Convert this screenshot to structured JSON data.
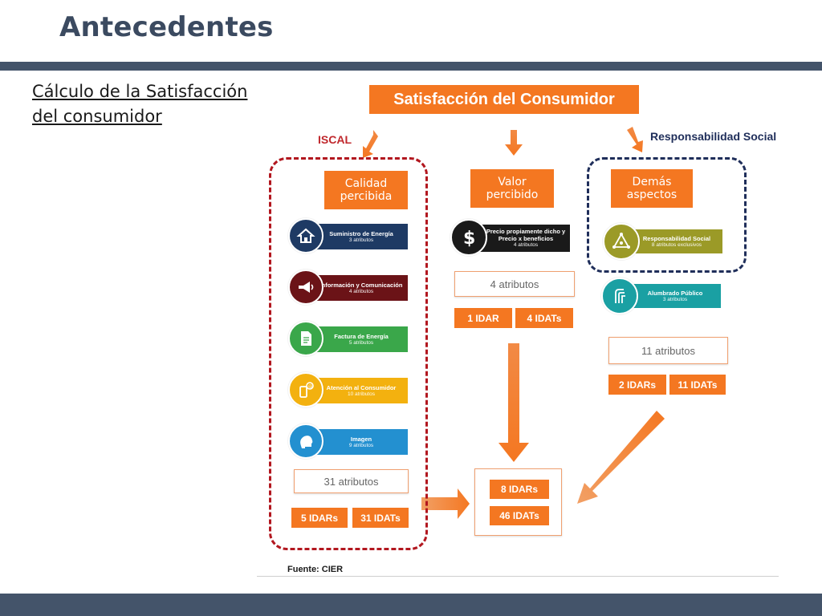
{
  "slide": {
    "title": "Antecedentes",
    "subtitle": "Cálculo de la Satisfacción del consumidor"
  },
  "diagram": {
    "main_title": "Satisfacción del Consumidor",
    "iscal_label": "ISCAL",
    "responsabilidad_label": "Responsabilidad Social",
    "calidad": {
      "title": "Calidad percibida",
      "items": [
        {
          "name": "Suministro de Energía",
          "sub": "3 atributos",
          "color": "#1e3a64",
          "icon": "house-plug-icon"
        },
        {
          "name": "Información y Comunicación",
          "sub": "4 atributos",
          "color": "#6b1317",
          "icon": "megaphone-icon"
        },
        {
          "name": "Factura de Energía",
          "sub": "5 atributos",
          "color": "#3aa74a",
          "icon": "document-icon"
        },
        {
          "name": "Atención al Consumidor",
          "sub": "10 atributos",
          "color": "#f3b10f",
          "icon": "phone-icon"
        },
        {
          "name": "Imagen",
          "sub": "9 atributos",
          "color": "#2390d0",
          "icon": "head-icon"
        }
      ],
      "total": "31 atributos",
      "idars": "5 IDARs",
      "idats": "31 IDATs"
    },
    "valor": {
      "title": "Valor percibido",
      "item": {
        "name": "Precio propiamente dicho y Precio x beneficios",
        "sub": "4 atributos",
        "color": "#1a1a1a",
        "icon": "dollar-icon"
      },
      "total": "4 atributos",
      "idar": "1 IDAR",
      "idats": "4 IDATs"
    },
    "demas": {
      "title": "Demás aspectos",
      "items": [
        {
          "name": "Responsabilidad Social",
          "sub": "8 atributos exclusivos",
          "color": "#9b9a27",
          "icon": "triangle-network-icon"
        },
        {
          "name": "Alumbrado Público",
          "sub": "3 atributos",
          "color": "#1aa0a3",
          "icon": "streetlight-icon"
        }
      ],
      "total": "11 atributos",
      "idars": "2 IDARs",
      "idats": "11 IDATs"
    },
    "result": {
      "idars": "8 IDARs",
      "idats": "46 IDATs"
    },
    "source": "Fuente: CIER"
  }
}
